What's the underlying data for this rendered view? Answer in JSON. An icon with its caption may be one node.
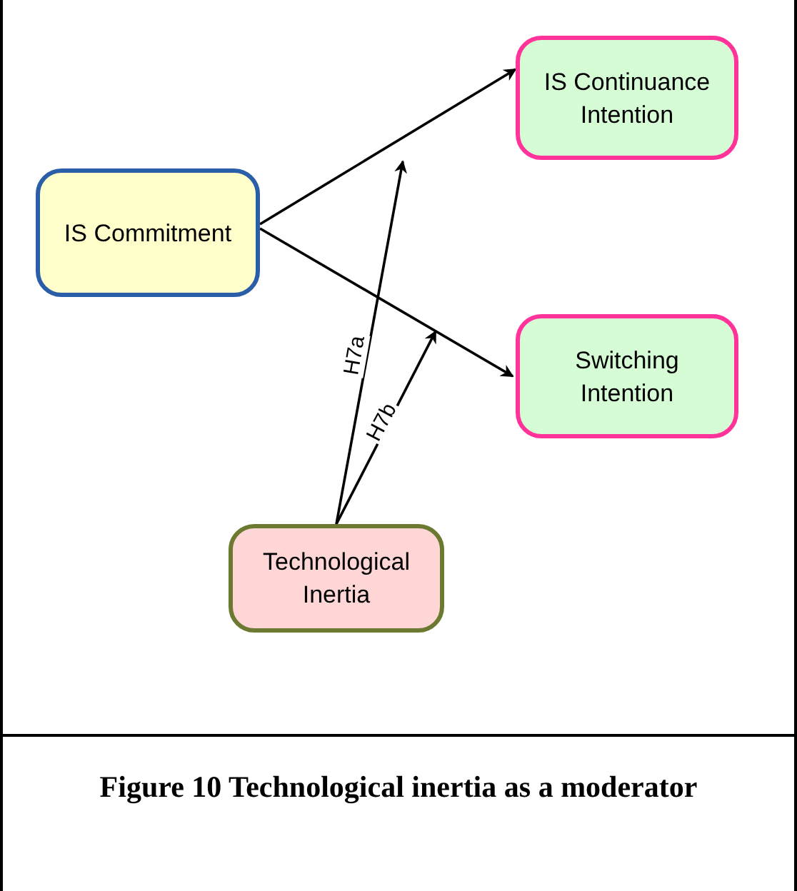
{
  "diagram": {
    "caption": "Figure 10 Technological inertia as a moderator",
    "nodes": [
      {
        "text": [
          "IS Commitment"
        ]
      },
      {
        "text": [
          "IS Continuance Intention"
        ]
      },
      {
        "text": [
          "Switching Intention"
        ]
      },
      {
        "text": [
          "Technological Inertia"
        ]
      }
    ],
    "edges": [
      {
        "from": 0,
        "to": 1,
        "arrow": "to"
      },
      {
        "from": 0,
        "to": 2,
        "arrow": "to"
      },
      {
        "from": 3,
        "to": null,
        "arrow": "to",
        "label": "H7a"
      },
      {
        "from": 3,
        "to": null,
        "arrow": "to",
        "label": "H7b"
      }
    ]
  }
}
